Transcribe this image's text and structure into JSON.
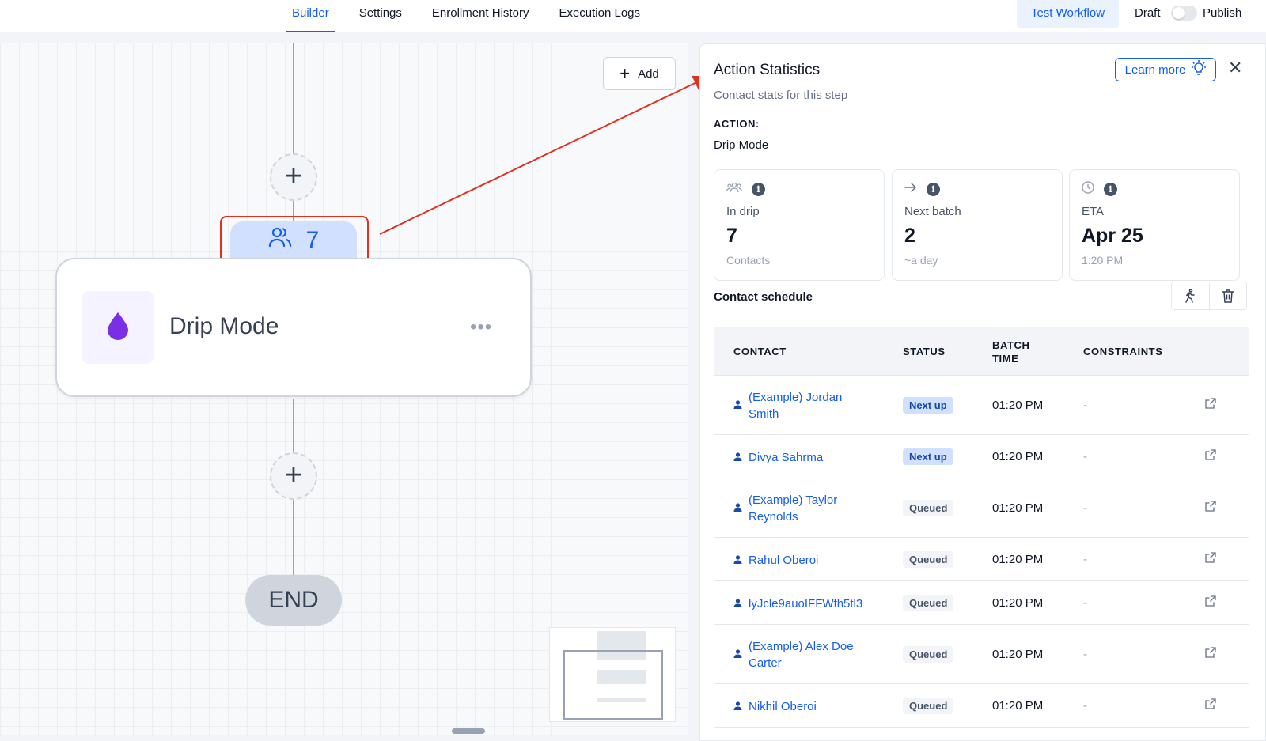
{
  "tabs": [
    {
      "label": "Builder",
      "active": true
    },
    {
      "label": "Settings",
      "active": false
    },
    {
      "label": "Enrollment History",
      "active": false
    },
    {
      "label": "Execution Logs",
      "active": false
    }
  ],
  "header": {
    "test_workflow": "Test Workflow",
    "draft": "Draft",
    "publish": "Publish",
    "published": false
  },
  "canvas": {
    "add_label": "Add",
    "node_count": "7",
    "node_title": "Drip Mode",
    "end_label": "END"
  },
  "panel": {
    "title": "Action Statistics",
    "subtitle": "Contact stats for this step",
    "learn_more": "Learn more",
    "action_label": "ACTION:",
    "action_value": "Drip Mode",
    "stats": [
      {
        "label": "In drip",
        "value": "7",
        "foot": "Contacts",
        "icon": "users-icon"
      },
      {
        "label": "Next batch",
        "value": "2",
        "foot": "~a day",
        "icon": "arrow-right-icon"
      },
      {
        "label": "ETA",
        "value": "Apr 25",
        "foot": "1:20 PM",
        "icon": "clock-icon"
      }
    ],
    "schedule_title": "Contact schedule",
    "columns": [
      "CONTACT",
      "STATUS",
      "BATCH",
      "TIME",
      "CONSTRAINTS"
    ],
    "rows": [
      {
        "name_1": "(Example) Jordan",
        "name_2": "Smith",
        "status": "Next up",
        "time": "01:20 PM",
        "constraints": "-"
      },
      {
        "name_1": "Divya Sahrma",
        "name_2": "",
        "status": "Next up",
        "time": "01:20 PM",
        "constraints": "-"
      },
      {
        "name_1": "(Example) Taylor",
        "name_2": "Reynolds",
        "status": "Queued",
        "time": "01:20 PM",
        "constraints": "-"
      },
      {
        "name_1": "Rahul Oberoi",
        "name_2": "",
        "status": "Queued",
        "time": "01:20 PM",
        "constraints": "-"
      },
      {
        "name_1": "lyJcle9auoIFFWfh5tl3",
        "name_2": "",
        "status": "Queued",
        "time": "01:20 PM",
        "constraints": "-"
      },
      {
        "name_1": "(Example) Alex Doe",
        "name_2": "Carter",
        "status": "Queued",
        "time": "01:20 PM",
        "constraints": "-"
      },
      {
        "name_1": "Nikhil Oberoi",
        "name_2": "",
        "status": "Queued",
        "time": "01:20 PM",
        "constraints": "-"
      }
    ]
  },
  "colors": {
    "accent": "#155eef",
    "annotation": "#e0301e",
    "drip_icon": "#7a2ee6"
  }
}
